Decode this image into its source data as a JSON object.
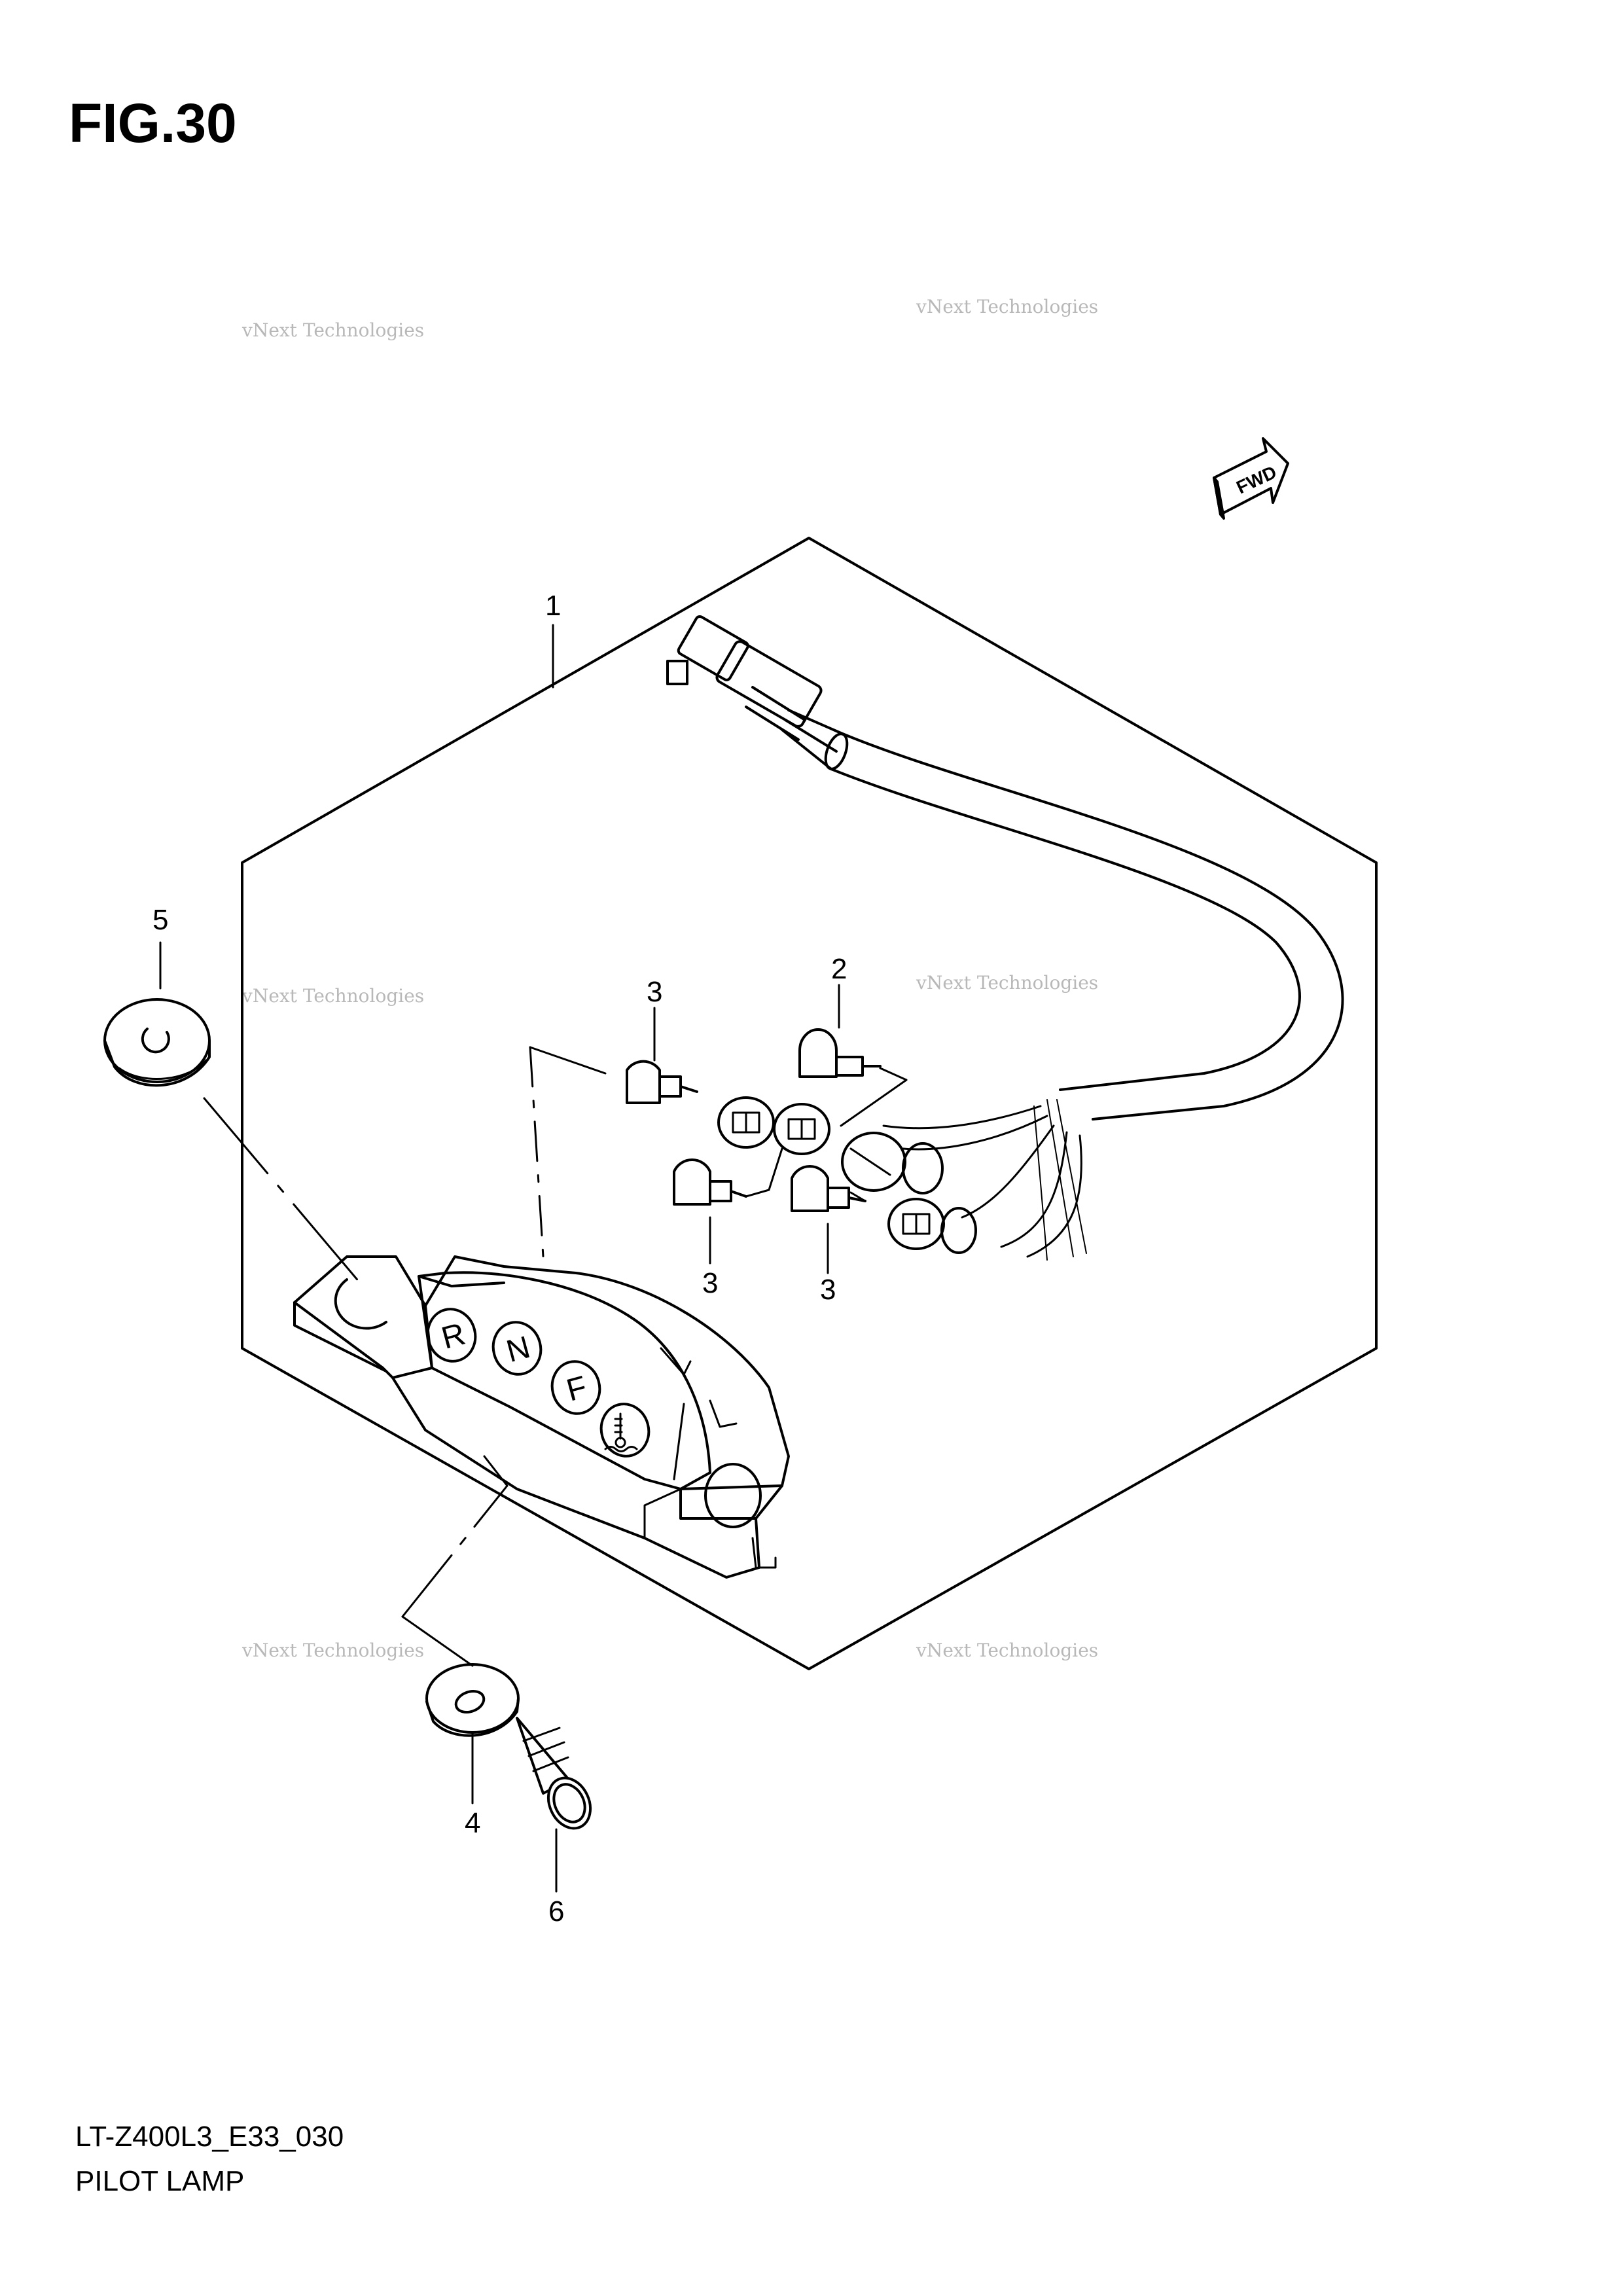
{
  "figure": {
    "title": "FIG.30"
  },
  "footer": {
    "code": "LT-Z400L3_E33_030",
    "name": "PILOT LAMP"
  },
  "fwd_label": "FWD",
  "indicator_letters": [
    "R",
    "N",
    "F"
  ],
  "callouts": [
    {
      "id": "c1",
      "label": "1"
    },
    {
      "id": "c2",
      "label": "2"
    },
    {
      "id": "c3a",
      "label": "3"
    },
    {
      "id": "c3b",
      "label": "3"
    },
    {
      "id": "c3c",
      "label": "3"
    },
    {
      "id": "c4",
      "label": "4"
    },
    {
      "id": "c5",
      "label": "5"
    },
    {
      "id": "c6",
      "label": "6"
    }
  ],
  "watermark": {
    "line1": "vNext Technologies",
    "line2": "vNext",
    "line3": "Technologies"
  }
}
